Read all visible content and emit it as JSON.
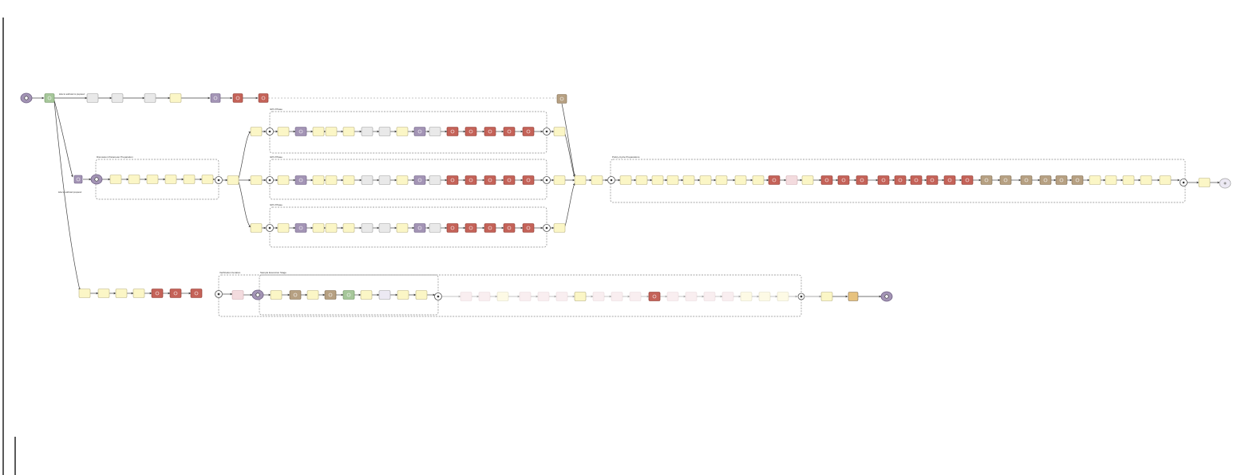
{
  "colors": {
    "yellow": "#fbf6c6",
    "yellow_stroke": "#b9b183",
    "grey": "#e9e9e9",
    "grey_stroke": "#a0a0a0",
    "red": "#c46258",
    "red_stroke": "#8e3b33",
    "purple": "#a394b5",
    "purple_stroke": "#6d5e82",
    "tan": "#b6a082",
    "tan_stroke": "#7f6a4e",
    "green": "#a6c79a",
    "green_stroke": "#6c915f",
    "orange": "#e7c27e",
    "pink": "#f3dbde",
    "pink_stroke": "#d2aeb3",
    "lavender": "#ece9f3",
    "edge": "#444444",
    "cluster": "#888888"
  },
  "icons": {
    "start": "purple-circle-start-icon",
    "junction": "junction-node-icon",
    "red_task": "red-task-icon",
    "end": "end-node-icon"
  },
  "clusters": {
    "disc_prep": "Discussion Parameter Preparation",
    "gpu1": "GPU Phase",
    "gpu2": "GPU Phase",
    "gpu3": "GPU Phase",
    "policy": "Policy-Cycle Preparations",
    "verif": "Verification Iteration",
    "exec": "Sample Execution Stage"
  },
  "edge_labels": {
    "top": "label to add/start to prepared",
    "side": "label to add/start prepared"
  }
}
